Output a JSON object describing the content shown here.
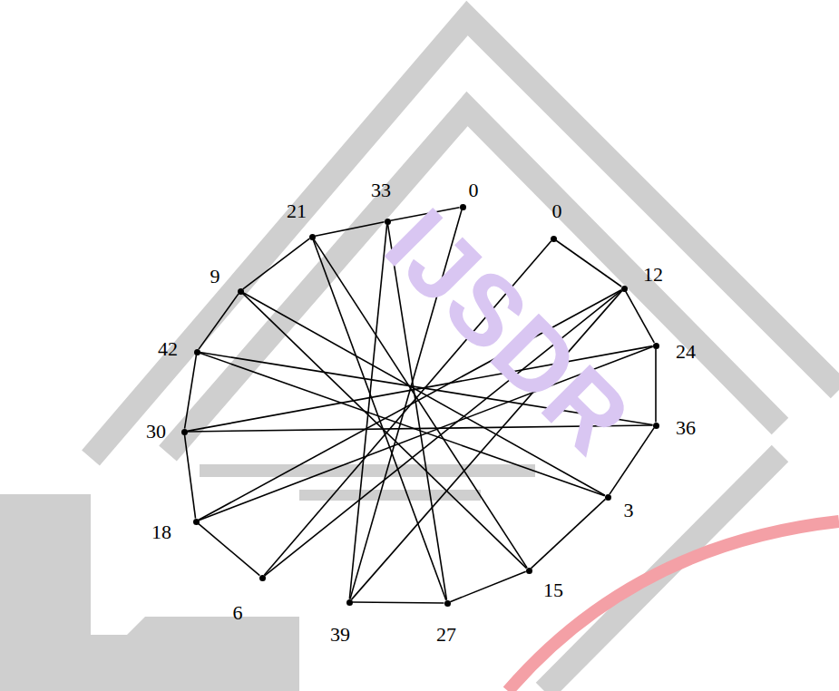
{
  "diagram": {
    "nodes": [
      {
        "text": [
          "0"
        ]
      },
      {
        "text": [
          "33"
        ]
      },
      {
        "text": [
          "21"
        ]
      },
      {
        "text": [
          "9"
        ]
      },
      {
        "text": [
          "42"
        ]
      },
      {
        "text": [
          "30"
        ]
      },
      {
        "text": [
          "18"
        ]
      },
      {
        "text": [
          "6"
        ]
      },
      {
        "text": [
          "39"
        ]
      },
      {
        "text": [
          "27"
        ]
      },
      {
        "text": [
          "15"
        ]
      },
      {
        "text": [
          "3"
        ]
      },
      {
        "text": [
          "36"
        ]
      },
      {
        "text": [
          "24"
        ]
      },
      {
        "text": [
          "12"
        ]
      },
      {
        "text": [
          "0"
        ]
      }
    ],
    "edges": [
      {
        "from": 0,
        "to": 1,
        "arrow": "none"
      },
      {
        "from": 1,
        "to": 2,
        "arrow": "none"
      },
      {
        "from": 2,
        "to": 3,
        "arrow": "none"
      },
      {
        "from": 3,
        "to": 4,
        "arrow": "none"
      },
      {
        "from": 4,
        "to": 5,
        "arrow": "none"
      },
      {
        "from": 5,
        "to": 6,
        "arrow": "none"
      },
      {
        "from": 6,
        "to": 7,
        "arrow": "none"
      },
      {
        "from": 8,
        "to": 9,
        "arrow": "none"
      },
      {
        "from": 9,
        "to": 10,
        "arrow": "none"
      },
      {
        "from": 10,
        "to": 11,
        "arrow": "none"
      },
      {
        "from": 11,
        "to": 12,
        "arrow": "none"
      },
      {
        "from": 12,
        "to": 13,
        "arrow": "none"
      },
      {
        "from": 13,
        "to": 14,
        "arrow": "none"
      },
      {
        "from": 14,
        "to": 15,
        "arrow": "none"
      },
      {
        "from": 0,
        "to": 8,
        "arrow": "none"
      },
      {
        "from": 1,
        "to": 8,
        "arrow": "none"
      },
      {
        "from": 1,
        "to": 9,
        "arrow": "none"
      },
      {
        "from": 2,
        "to": 9,
        "arrow": "none"
      },
      {
        "from": 2,
        "to": 10,
        "arrow": "none"
      },
      {
        "from": 3,
        "to": 10,
        "arrow": "none"
      },
      {
        "from": 3,
        "to": 11,
        "arrow": "none"
      },
      {
        "from": 4,
        "to": 12,
        "arrow": "none"
      },
      {
        "from": 4,
        "to": 11,
        "arrow": "none"
      },
      {
        "from": 5,
        "to": 12,
        "arrow": "none"
      },
      {
        "from": 5,
        "to": 13,
        "arrow": "none"
      },
      {
        "from": 6,
        "to": 13,
        "arrow": "none"
      },
      {
        "from": 6,
        "to": 14,
        "arrow": "none"
      },
      {
        "from": 7,
        "to": 14,
        "arrow": "none"
      },
      {
        "from": 15,
        "to": 7,
        "arrow": "none"
      },
      {
        "from": 14,
        "to": 8,
        "arrow": "none"
      }
    ],
    "labels": [
      "IJSDR"
    ]
  }
}
